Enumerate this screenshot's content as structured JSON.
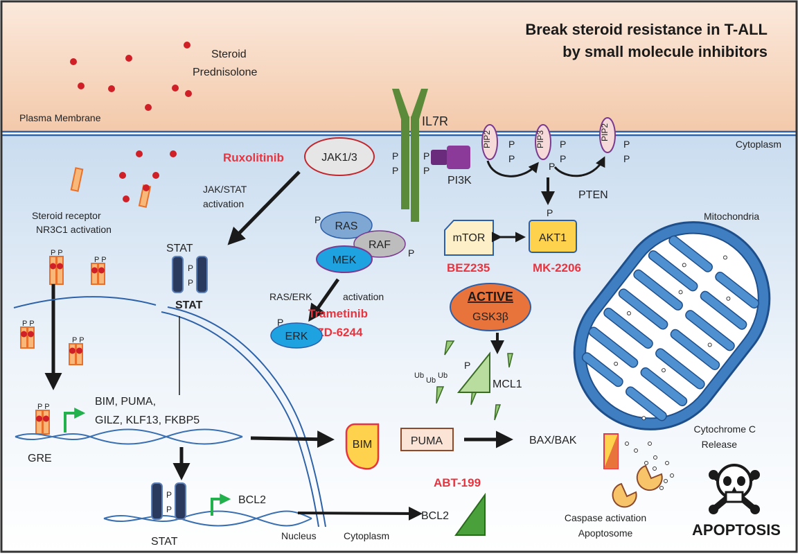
{
  "title_line1": "Break steroid resistance in T-ALL",
  "title_line2": "by small molecule inhibitors",
  "steroid": "Steroid",
  "prednisolone": "Prednisolone",
  "plasma_membrane": "Plasma Membrane",
  "cytoplasm_top": "Cytoplasm",
  "il7r": "IL7R",
  "jak": "JAK1/3",
  "ruxolitinib": "Ruxolitinib",
  "jakstat_1": "JAK/STAT",
  "jakstat_2": "activation",
  "pi3k": "PI3K",
  "pip2": "PIP2",
  "pip3": "PIP3",
  "pten": "PTEN",
  "p": "P",
  "steroid_receptor_1": "Steroid receptor",
  "steroid_receptor_2": "NR3C1 activation",
  "ras": "RAS",
  "raf": "RAF",
  "mek": "MEK",
  "mtor": "mTOR",
  "akt1": "AKT1",
  "bez235": "BEZ235",
  "mk2206": "MK-2206",
  "mitochondria": "Mitochondria",
  "stat": "STAT",
  "stat_bold": "STAT",
  "rasErk": "RAS/ERK",
  "activation": "activation",
  "trametinib": "Trametinib",
  "azd": "AZD-6244",
  "erk": "ERK",
  "active": "ACTIVE",
  "gsk": "GSK3β",
  "ub": "Ub",
  "mcl1": "MCL1",
  "genes_1": "BIM, PUMA,",
  "genes_2": "GILZ, KLF13, FKBP5",
  "gre": "GRE",
  "bim": "BIM",
  "puma": "PUMA",
  "baxbak": "BAX/BAK",
  "cytc_1": "Cytochrome C",
  "cytc_2": "Release",
  "bcl2_gene": "BCL2",
  "abt": "ABT-199",
  "bcl2": "BCL2",
  "stat_bottom": "STAT",
  "nucleus": "Nucleus",
  "cytoplasm_bottom": "Cytoplasm",
  "caspase_1": "Caspase activation",
  "caspase_2": "Apoptosome",
  "apoptosis": "APOPTOSIS",
  "colors": {
    "red_drug": "#e8343f",
    "membrane": "#3a6fb0",
    "receptor": "#5a8a3a",
    "mito": "#3f7fc1"
  }
}
